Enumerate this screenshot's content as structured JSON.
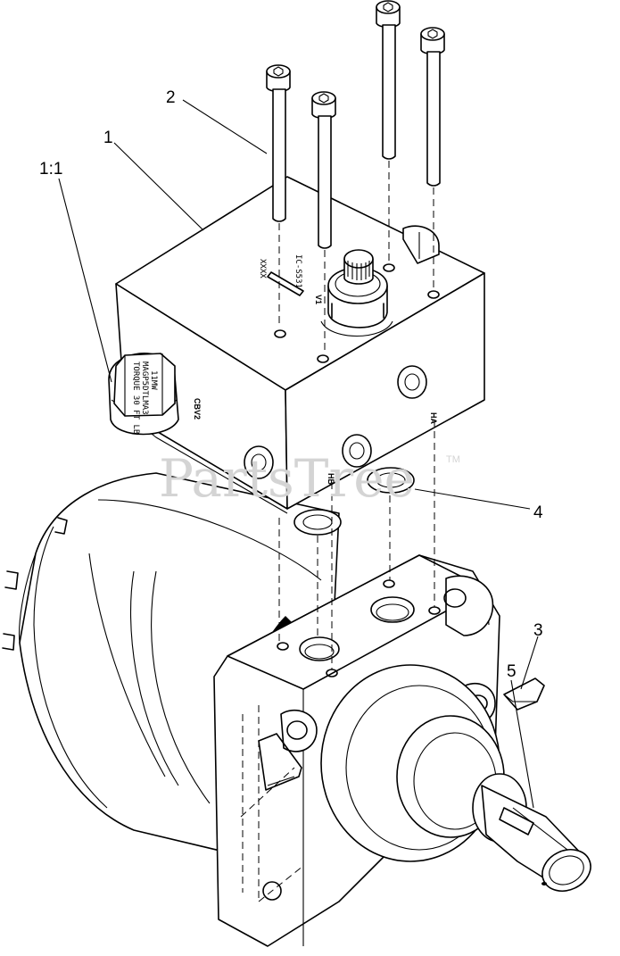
{
  "callouts": {
    "c1_1": "1:1",
    "c1": "1",
    "c2": "2",
    "c3": "3",
    "c4": "4",
    "c5": "5"
  },
  "block_marks": {
    "ports_ha": "HA",
    "ports_hb": "HB",
    "ports_cbv2": "CBV2",
    "ports_v1": "V1",
    "part_no_1": "IC-S531",
    "part_no_2": "XXXX"
  },
  "cartridge_label": {
    "line1": "TORQUE 30 FT LB",
    "line2": "MAGP5DTLMA3",
    "line3": "11MW"
  },
  "watermark": {
    "text": "PartsTree",
    "tm": "TM"
  }
}
